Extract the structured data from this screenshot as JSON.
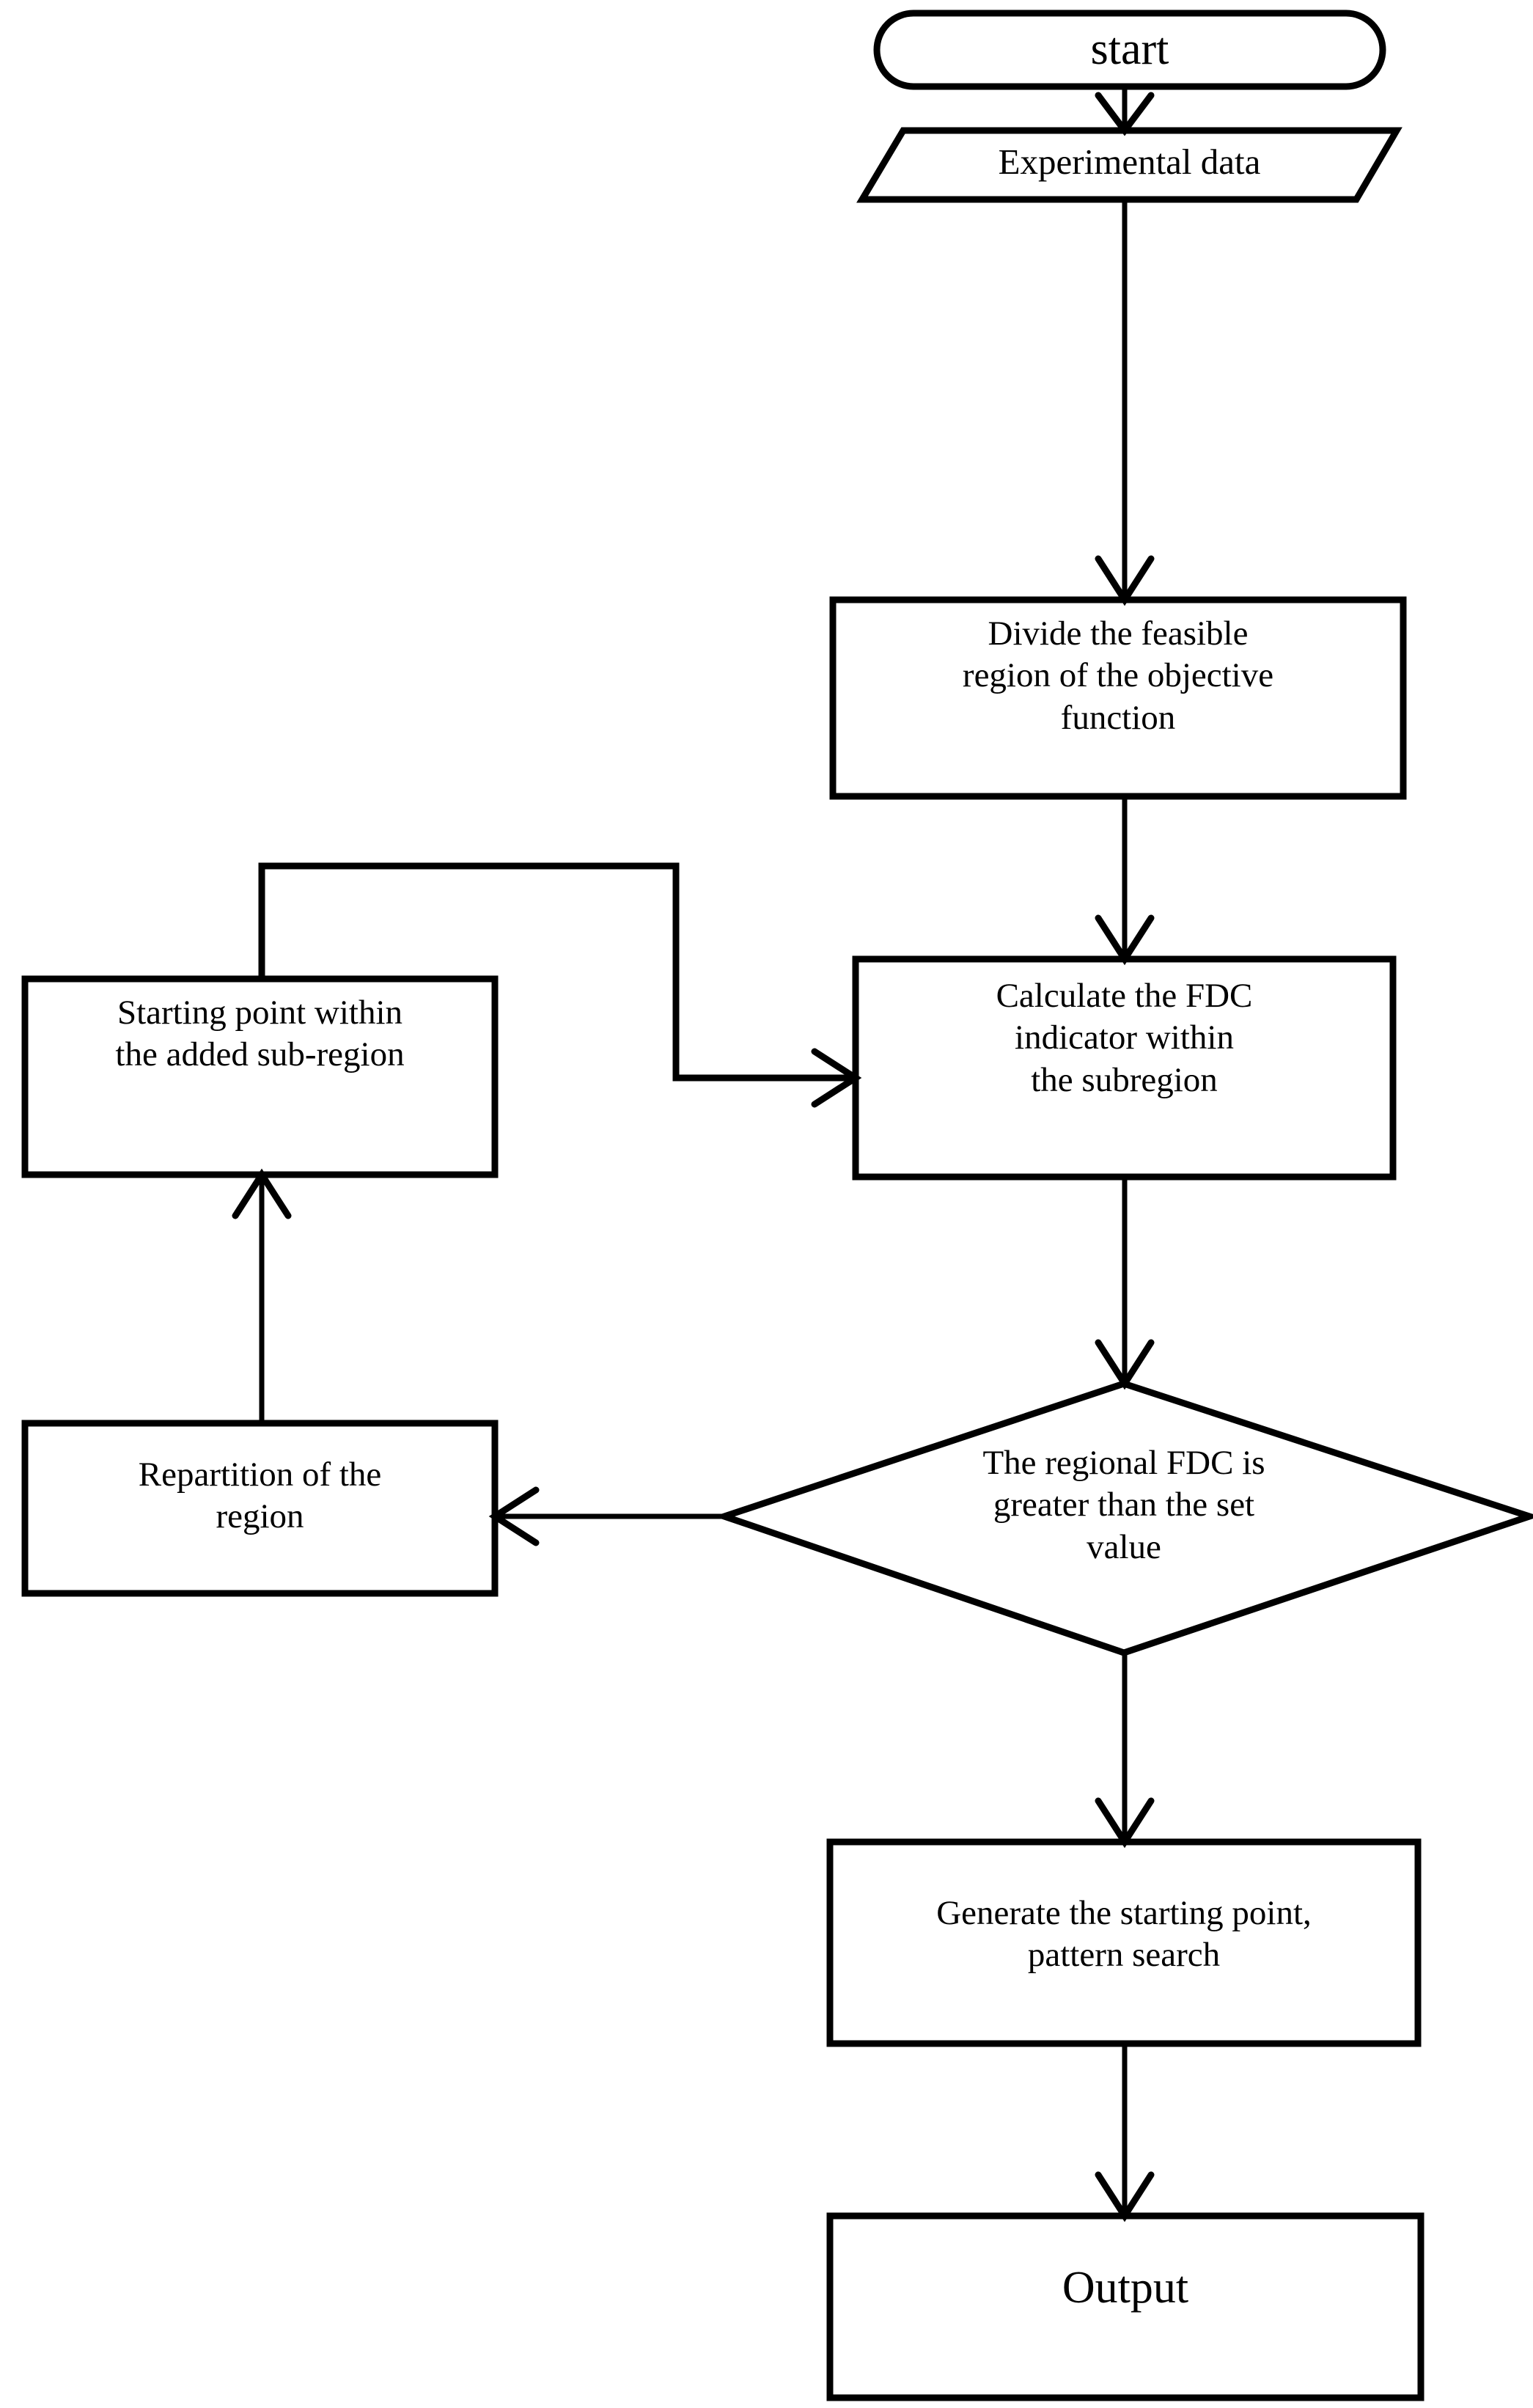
{
  "diagram": {
    "title": "FDC region-partition optimization flowchart",
    "background_color": "#ffffff",
    "stroke_color": "#000000",
    "nodes": [
      {
        "id": "start",
        "label": "start",
        "shape": "stadium"
      },
      {
        "id": "experimental-data",
        "label": "Experimental data",
        "shape": "parallelogram"
      },
      {
        "id": "divide-region",
        "label": "Divide the feasible\nregion of the objective\nfunction",
        "shape": "rectangle"
      },
      {
        "id": "calculate-fdc",
        "label": "Calculate the FDC\nindicator within\nthe subregion",
        "shape": "rectangle"
      },
      {
        "id": "starting-point-subregion",
        "label": "Starting point within\nthe added sub-region",
        "shape": "rectangle"
      },
      {
        "id": "repartition-region",
        "label": "Repartition of the\nregion",
        "shape": "rectangle"
      },
      {
        "id": "fdc-decision",
        "label": "The regional FDC is\ngreater than the set\nvalue",
        "shape": "diamond"
      },
      {
        "id": "generate-starting-point",
        "label": "Generate the starting point,\npattern search",
        "shape": "rectangle"
      },
      {
        "id": "output",
        "label": "Output",
        "shape": "rectangle"
      }
    ],
    "edges": [
      {
        "id": "start-to-experimental-data",
        "from": "start",
        "to": "experimental-data",
        "label": ""
      },
      {
        "id": "experimental-data-to-divide-region",
        "from": "experimental-data",
        "to": "divide-region",
        "label": ""
      },
      {
        "id": "divide-region-to-calculate-fdc",
        "from": "divide-region",
        "to": "calculate-fdc",
        "label": ""
      },
      {
        "id": "calculate-fdc-to-fdc-decision",
        "from": "calculate-fdc",
        "to": "fdc-decision",
        "label": ""
      },
      {
        "id": "fdc-decision-to-repartition-region",
        "from": "fdc-decision",
        "to": "repartition-region",
        "label": ""
      },
      {
        "id": "repartition-region-to-starting-point",
        "from": "repartition-region",
        "to": "starting-point-subregion",
        "label": ""
      },
      {
        "id": "starting-point-to-calculate-fdc",
        "from": "starting-point-subregion",
        "to": "calculate-fdc",
        "label": ""
      },
      {
        "id": "fdc-decision-to-generate-starting-point",
        "from": "fdc-decision",
        "to": "generate-starting-point",
        "label": ""
      },
      {
        "id": "generate-starting-point-to-output",
        "from": "generate-starting-point",
        "to": "output",
        "label": ""
      }
    ]
  }
}
